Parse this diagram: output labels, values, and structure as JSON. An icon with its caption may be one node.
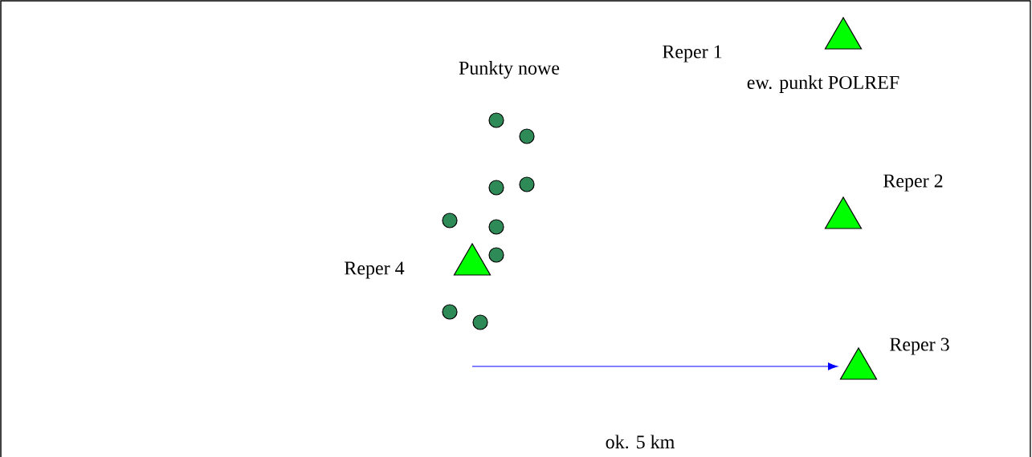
{
  "diagram": {
    "nodes": [
      {
        "text": [],
        "shape": "triangle",
        "beside": [
          "Reper 1",
          "ew. punkt POLREF"
        ]
      },
      {
        "text": [],
        "shape": "triangle",
        "beside": [
          "Reper 2"
        ]
      },
      {
        "text": [],
        "shape": "triangle",
        "beside": [
          "Reper 3"
        ]
      },
      {
        "text": [],
        "shape": "triangle",
        "beside": [
          "Reper 4"
        ]
      },
      {
        "text": [],
        "shape": "circle"
      },
      {
        "text": [],
        "shape": "circle"
      },
      {
        "text": [],
        "shape": "circle"
      },
      {
        "text": [],
        "shape": "circle"
      },
      {
        "text": [],
        "shape": "circle"
      },
      {
        "text": [],
        "shape": "circle"
      },
      {
        "text": [],
        "shape": "circle"
      },
      {
        "text": [],
        "shape": "circle"
      },
      {
        "text": [],
        "shape": "circle"
      }
    ],
    "edges": [
      {
        "from": null,
        "to": 2,
        "arrow": "to"
      }
    ],
    "labels": [
      "Punkty nowe",
      "ok. 5 km"
    ]
  }
}
